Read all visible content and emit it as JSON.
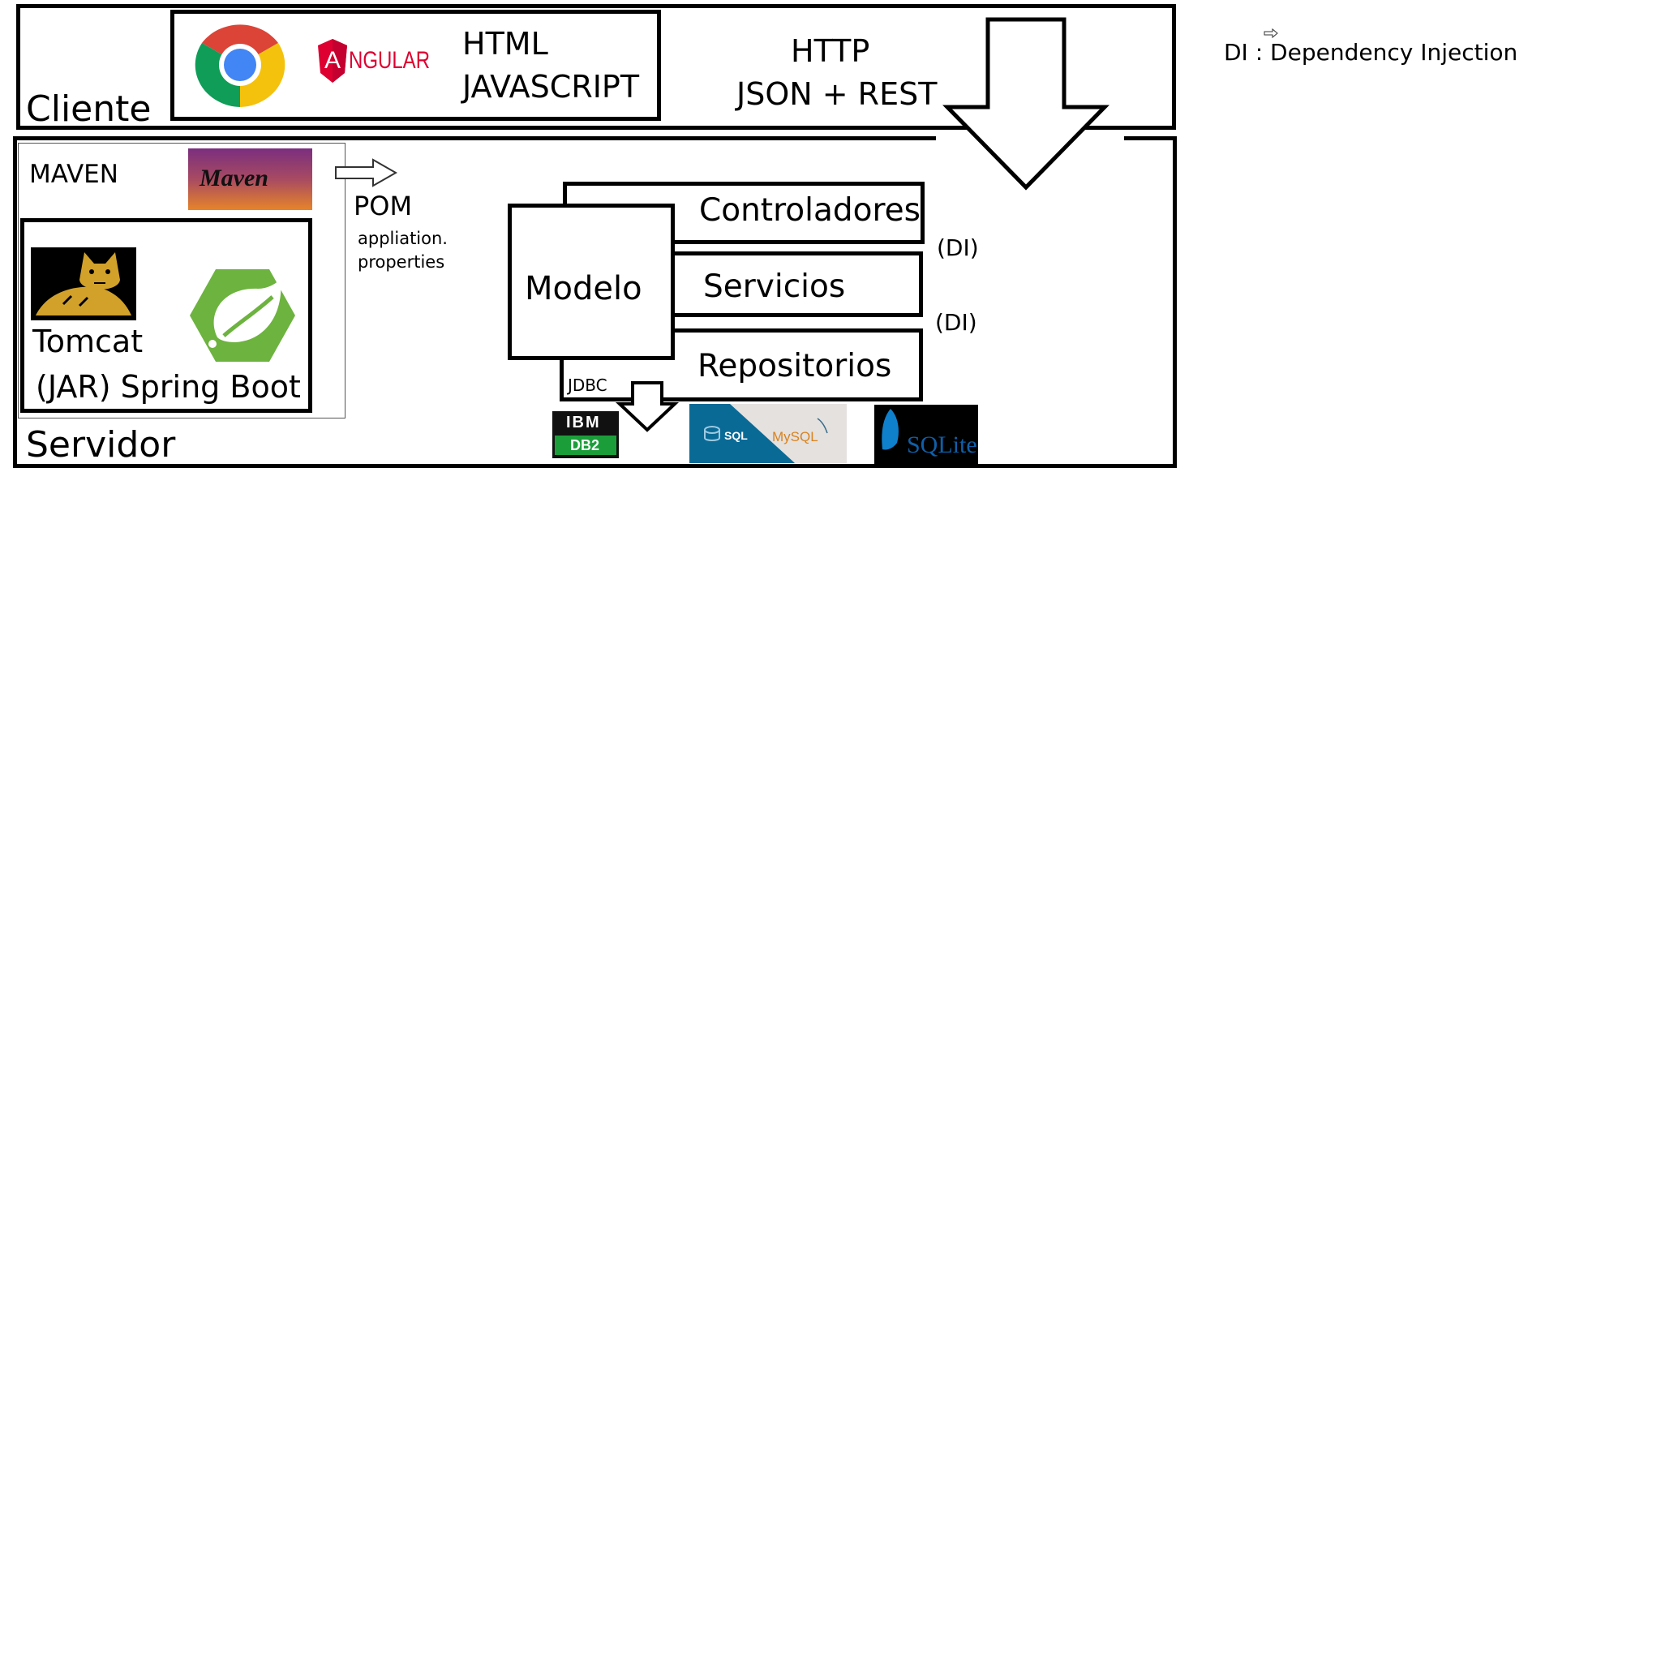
{
  "legend": {
    "text": "DI : Dependency Injection"
  },
  "client": {
    "label": "Cliente",
    "browser_logo": "chrome-logo",
    "framework_logo_text": "NGULAR",
    "framework_logo_letter": "A",
    "tech_line1": "HTML",
    "tech_line2": "JAVASCRIPT",
    "protocol_line1": "HTTP",
    "protocol_line2": "JSON + REST"
  },
  "server": {
    "label": "Servidor",
    "maven_label": "MAVEN",
    "maven_logo_text": "Maven",
    "pom_label": "POM",
    "properties_line1": "appliation.",
    "properties_line2": "properties",
    "tomcat_label": "Tomcat",
    "springboot_label": "(JAR) Spring Boot",
    "model_label": "Modelo",
    "controllers_label": "Controladores",
    "services_label": "Servicios",
    "repositories_label": "Repositorios",
    "di_label_1": "(DI)",
    "di_label_2": "(DI)",
    "jdbc_label": "JDBC"
  },
  "databases": {
    "db2_top": "IBM",
    "db2_bottom": "DB2",
    "sqlserver_text": "SQL",
    "mysql_text": "MySQL",
    "sqlite_text": "SQLite"
  },
  "colors": {
    "angular_red": "#dd0031",
    "maven_purple": "#7a2f7e",
    "maven_orange": "#e6842a",
    "spring_green": "#6db33f",
    "db2_green": "#1b9e3a",
    "sqlserver_blue": "#0a6a96",
    "sqlite_blue": "#0f80cc",
    "tomcat_gold": "#d1a12a"
  }
}
